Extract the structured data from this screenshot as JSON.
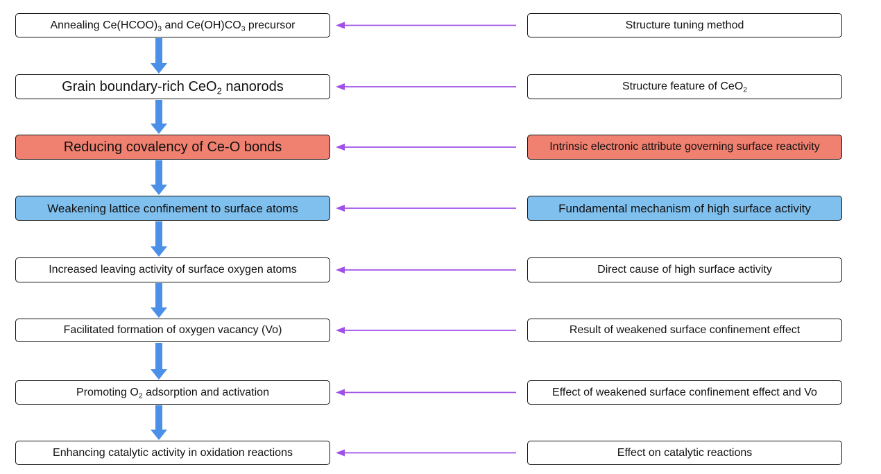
{
  "colors": {
    "flow_arrow": "#4a8fe8",
    "link_arrow": "#a050e8",
    "highlight_red": "#f08070",
    "highlight_blue": "#80c0ee"
  },
  "left": [
    {
      "parts": [
        {
          "t": "Annealing Ce(HCOO)"
        },
        {
          "s": "3"
        },
        {
          "t": "  and Ce(OH)CO"
        },
        {
          "s": "3"
        },
        {
          "t": " precursor"
        }
      ],
      "style": "plain"
    },
    {
      "parts": [
        {
          "t": "Grain boundary-rich CeO"
        },
        {
          "s": "2"
        },
        {
          "t": " nanorods"
        }
      ],
      "style": "plain"
    },
    {
      "parts": [
        {
          "t": "Reducing covalency of Ce-O bonds"
        }
      ],
      "style": "red"
    },
    {
      "parts": [
        {
          "t": "Weakening lattice confinement to surface atoms"
        }
      ],
      "style": "blue"
    },
    {
      "parts": [
        {
          "t": "Increased leaving activity of surface oxygen atoms"
        }
      ],
      "style": "plain"
    },
    {
      "parts": [
        {
          "t": "Facilitated formation of oxygen vacancy (Vo)"
        }
      ],
      "style": "plain"
    },
    {
      "parts": [
        {
          "t": "Promoting O"
        },
        {
          "s": "2"
        },
        {
          "t": " adsorption and activation"
        }
      ],
      "style": "plain"
    },
    {
      "parts": [
        {
          "t": "Enhancing catalytic activity in oxidation reactions"
        }
      ],
      "style": "plain"
    }
  ],
  "right": [
    {
      "parts": [
        {
          "t": "Structure tuning method"
        }
      ],
      "style": "plain"
    },
    {
      "parts": [
        {
          "t": "Structure feature of CeO"
        },
        {
          "s": "2"
        }
      ],
      "style": "plain"
    },
    {
      "parts": [
        {
          "t": "Intrinsic electronic attribute governing surface reactivity"
        }
      ],
      "style": "red"
    },
    {
      "parts": [
        {
          "t": "Fundamental mechanism of high surface activity"
        }
      ],
      "style": "blue"
    },
    {
      "parts": [
        {
          "t": "Direct cause of high surface activity"
        }
      ],
      "style": "plain"
    },
    {
      "parts": [
        {
          "t": "Result of weakened surface confinement effect"
        }
      ],
      "style": "plain"
    },
    {
      "parts": [
        {
          "t": "Effect of weakened surface confinement effect  and Vo"
        }
      ],
      "style": "plain"
    },
    {
      "parts": [
        {
          "t": "Effect on catalytic reactions"
        }
      ],
      "style": "plain"
    }
  ]
}
